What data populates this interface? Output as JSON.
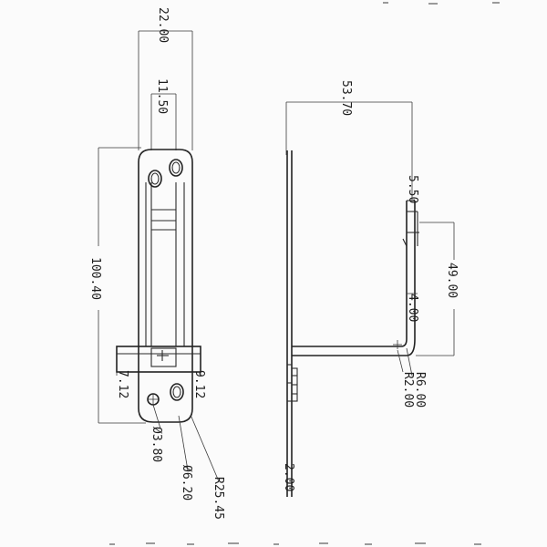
{
  "drawing": {
    "colors": {
      "ink": "#222222",
      "paper": "#fbfbfb"
    },
    "front_view": {
      "dim_overall_width": "22.00",
      "dim_slot_width": "11.50",
      "dim_length": "100.40",
      "dim_left_offset": "7.12",
      "dim_right_offset": "9.12",
      "dim_small_hole": "Ø3.80",
      "dim_large_hole": "Ø6.20",
      "dim_end_radius": "R25.45"
    },
    "side_view": {
      "dim_overall_width": "53.70",
      "dim_lip": "5.50",
      "dim_height": "49.00",
      "dim_step": "4.00",
      "dim_radius_outer": "R6.00",
      "dim_radius_inner": "R2.00",
      "dim_thickness": "2.00"
    }
  }
}
